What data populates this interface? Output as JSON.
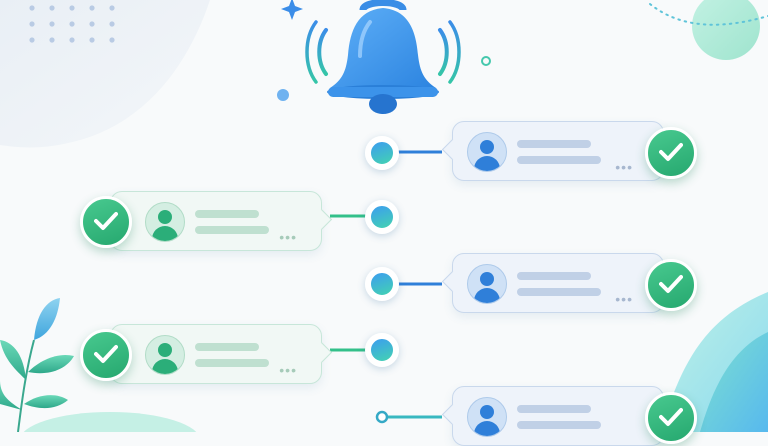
{
  "colors": {
    "accent_blue": "#3b8de8",
    "accent_green": "#33c08a",
    "background": "#f8fafb"
  },
  "illustration": {
    "top_icon": "bell-icon",
    "status_icon": "checkmark-icon",
    "avatar_icon": "user-icon",
    "menu_icon": "more-dots-icon",
    "decoration_icon": "leaf-icon",
    "notifications": [
      {
        "side": "right",
        "tone": "blue",
        "status": "checked"
      },
      {
        "side": "left",
        "tone": "green",
        "status": "checked"
      },
      {
        "side": "right",
        "tone": "blue",
        "status": "checked"
      },
      {
        "side": "left",
        "tone": "green",
        "status": "checked"
      },
      {
        "side": "right",
        "tone": "blue",
        "status": "checked"
      }
    ]
  }
}
